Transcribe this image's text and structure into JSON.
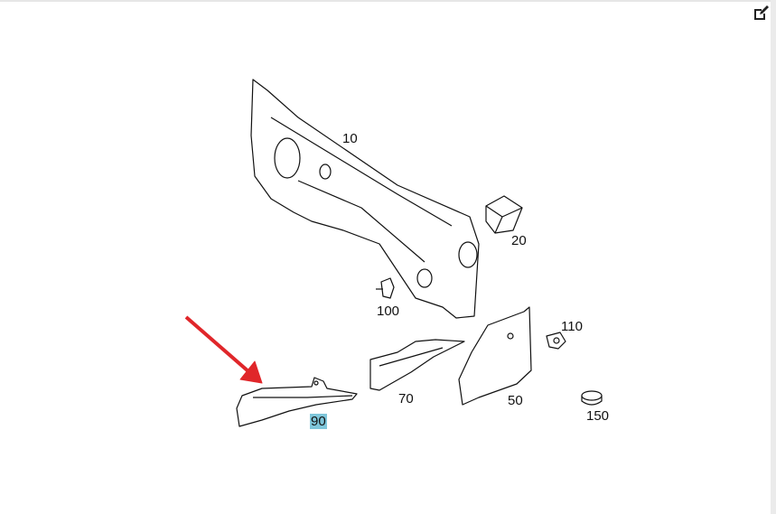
{
  "diagram": {
    "labels": {
      "p10": "10",
      "p20": "20",
      "p100": "100",
      "p110": "110",
      "p90": "90",
      "p70": "70",
      "p50": "50",
      "p150": "150"
    },
    "highlighted_part": "90",
    "colors": {
      "arrow": "#e0262a",
      "highlight": "#7fc6da",
      "line": "#111111"
    }
  },
  "toolbar": {
    "icons": [
      "edit-icon"
    ]
  }
}
